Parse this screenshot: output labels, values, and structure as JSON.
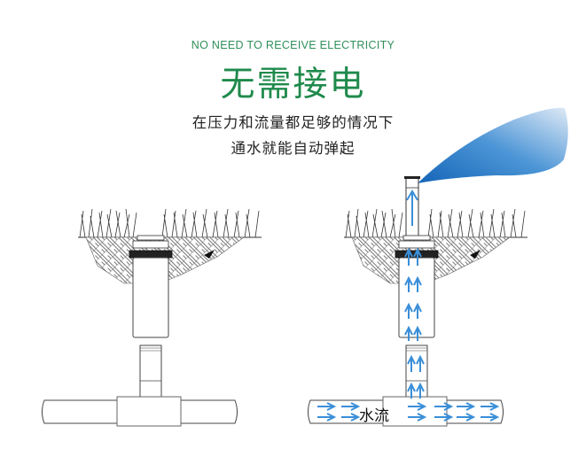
{
  "header": {
    "subtitle_en": "NO NEED TO RECEIVE ELECTRICITY",
    "title_cn": "无需接电",
    "description_line1": "在压力和流量都足够的情况下",
    "description_line2": "通水就能自动弹起"
  },
  "diagram": {
    "left_panel": {
      "state": "retracted",
      "label": ""
    },
    "right_panel": {
      "state": "popped-up-spraying",
      "flow_label": "水流"
    }
  },
  "colors": {
    "title_green": "#1f8a4c",
    "subtitle_green": "#2f8f5a",
    "water_blue": "#3a8fd8",
    "spray_blue_dark": "#1e6fbf",
    "spray_blue_light": "#e6f0fa",
    "line_dark": "#333333"
  }
}
